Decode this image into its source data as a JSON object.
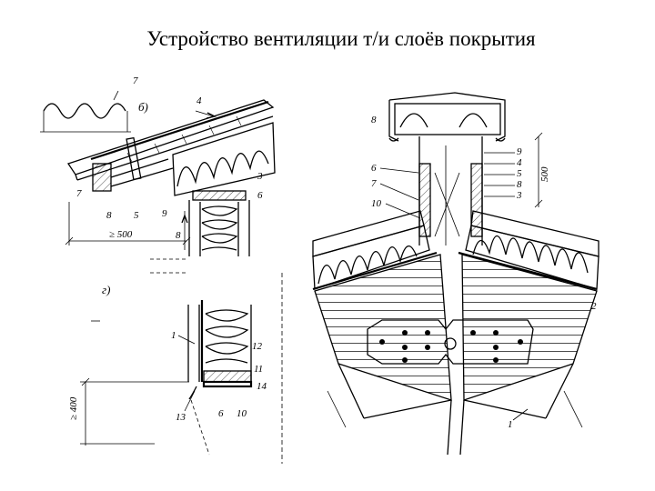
{
  "title": "Устройство вентиляции т/и слоёв покрытия",
  "panels": {
    "b": "б)",
    "g": "г)"
  },
  "labels": {
    "b": [
      "7",
      "4",
      "3",
      "6",
      "7",
      "8",
      "5",
      "9",
      "8"
    ],
    "b_dim": "≥ 500",
    "g": [
      "1",
      "12",
      "11",
      "14",
      "13",
      "6",
      "10"
    ],
    "g_dim": "≥ 400",
    "r": [
      "8",
      "9",
      "4",
      "5",
      "8",
      "3",
      "6",
      "7",
      "10",
      "2",
      "1"
    ],
    "r_dim": "500"
  }
}
